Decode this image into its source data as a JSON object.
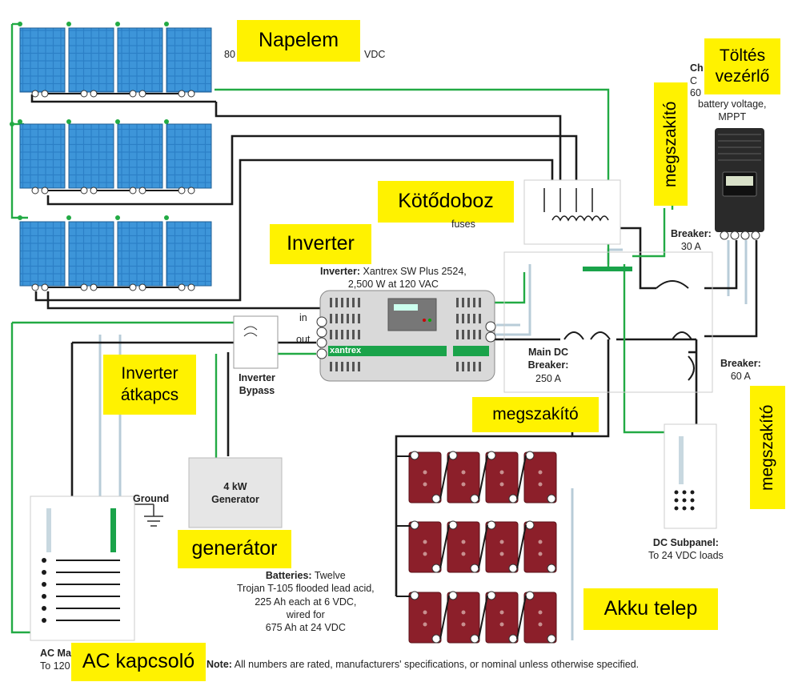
{
  "labels": {
    "napelem": "Napelem",
    "toltes_vezerlo": "Töltés vezérlő",
    "megszakito_1": "megszakító",
    "kotodoboz": "Kötődoboz",
    "inverter": "Inverter",
    "inverter_atkapcs": "Inverter átkapcs",
    "megszakito_2": "megszakító",
    "megszakito_3": "megszakító",
    "generator": "generátor",
    "akku_telep": "Akku telep",
    "ac_kapcsolo": "AC kapcsoló"
  },
  "captions": {
    "panel_rating_prefix": "80",
    "panel_rating_suffix": "VDC",
    "charge_ctrl_line1": "Ch",
    "charge_ctrl_line2": "C",
    "charge_ctrl_line3": "60",
    "charge_ctrl_line4": "battery voltage,",
    "charge_ctrl_line5": "MPPT",
    "fuses": "fuses",
    "breaker_30_title": "Breaker:",
    "breaker_30_value": "30 A",
    "inverter_title": "Inverter:",
    "inverter_model": "Xantrex SW Plus 2524,",
    "inverter_rating": "2,500 W at 120 VAC",
    "inverter_brand": "xantrex",
    "port_in": "in",
    "port_out": "out",
    "inverter_bypass": "Inverter Bypass",
    "main_dc_breaker_title": "Main DC Breaker:",
    "main_dc_breaker_value": "250 A",
    "breaker_60_title": "Breaker:",
    "breaker_60_value": "60 A",
    "generator": "4 kW Generator",
    "ground": "Ground",
    "batteries_title": "Batteries:",
    "batteries_line1": "Twelve",
    "batteries_line2": "Trojan T-105 flooded lead acid,",
    "batteries_line3": "225 Ah each at 6 VDC,",
    "batteries_line4": "wired for",
    "batteries_line5": "675 Ah at 24 VDC",
    "dc_subpanel_title": "DC Subpanel:",
    "dc_subpanel_sub": "To 24 VDC loads",
    "ac_main_title": "AC Ma",
    "ac_main_sub": "To 120",
    "note_title": "Note:",
    "note_text": "All numbers are rated, manufacturers' specifications, or nominal unless otherwise specified."
  },
  "colors": {
    "label_bg": "#fff200",
    "panel_blue": "#2a86cc",
    "wire_green": "#22aa44",
    "wire_black": "#1a1a1a",
    "wire_gray": "#b8ccd8",
    "battery_red": "#8c1f2a",
    "inverter_green": "#1aa34a"
  }
}
